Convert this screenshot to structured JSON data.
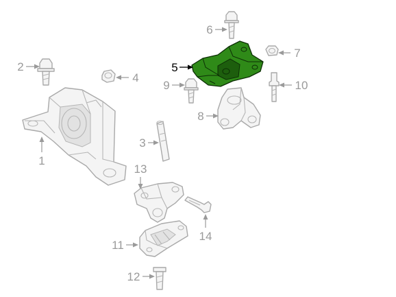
{
  "diagram": {
    "highlight_color": "#2f8a18",
    "part_color": "#f4f4f4",
    "callout_color": "#9a9a9a",
    "highlighted_part": "5",
    "callouts": {
      "c1": "1",
      "c2": "2",
      "c3": "3",
      "c4": "4",
      "c5": "5",
      "c6": "6",
      "c7": "7",
      "c8": "8",
      "c9": "9",
      "c10": "10",
      "c11": "11",
      "c12": "12",
      "c13": "13",
      "c14": "14"
    }
  }
}
